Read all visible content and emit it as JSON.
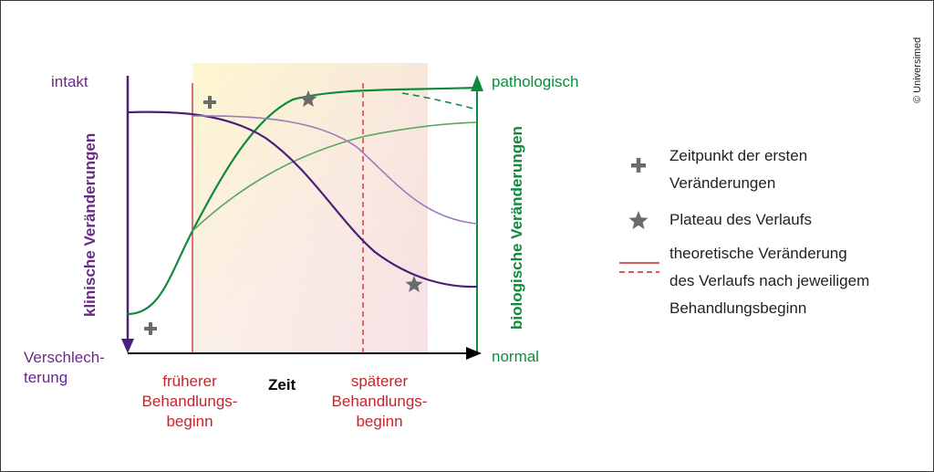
{
  "labels": {
    "intakt": "intakt",
    "verschlechterung_line1": "Verschlech-",
    "verschlechterung_line2": "terung",
    "pathologisch": "pathologisch",
    "normal": "normal",
    "zeit": "Zeit",
    "left_axis": "klinische Veränderungen",
    "right_axis": "biologische Veränderungen",
    "frueher_line1": "früherer",
    "frueher_line2": "Behandlungs-",
    "frueher_line3": "beginn",
    "spaeter_line1": "späterer",
    "spaeter_line2": "Behandlungs-",
    "spaeter_line3": "beginn"
  },
  "legend": {
    "plus_text_line1": "Zeitpunkt der ersten",
    "plus_text_line2": "Veränderungen",
    "star_text": "Plateau des Verlaufs",
    "line_text_line1": "theoretische Veränderung",
    "line_text_line2": "des Verlaufs nach jeweiligem",
    "line_text_line3": "Behandlungsbeginn"
  },
  "copyright": "© Universimed",
  "colors": {
    "purple_dark": "#4b1e7a",
    "purple_light": "#9b7bb8",
    "green_dark": "#0f8a3c",
    "green_light": "#5aa664",
    "red": "#c0272d",
    "label_purple": "#6a2a8a",
    "label_green": "#0f8a3c",
    "label_red": "#c0272d",
    "marker_gray": "#6b6b6b"
  }
}
